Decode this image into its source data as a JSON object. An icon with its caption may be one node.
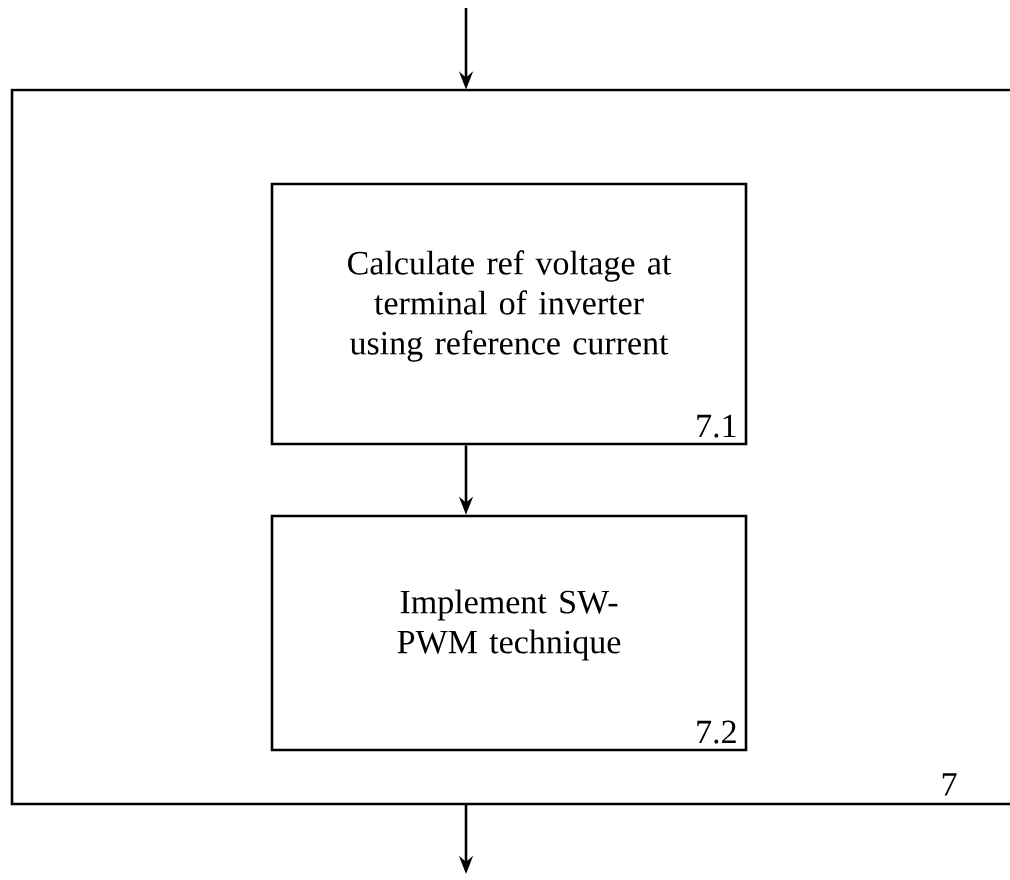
{
  "diagram": {
    "nodes": [
      {
        "text": [
          "7"
        ]
      },
      {
        "text": [
          "Calculate ref voltage at terminal of inverter using reference current",
          "7.1"
        ],
        "in": 0
      },
      {
        "text": [
          "Implement SW-PWM technique",
          "7.2"
        ],
        "in": 0
      }
    ],
    "edges": [
      {
        "from": null,
        "to": 0,
        "arrow": "to"
      },
      {
        "from": 1,
        "to": 2,
        "arrow": "to"
      },
      {
        "from": 0,
        "to": null,
        "arrow": "to"
      }
    ]
  }
}
